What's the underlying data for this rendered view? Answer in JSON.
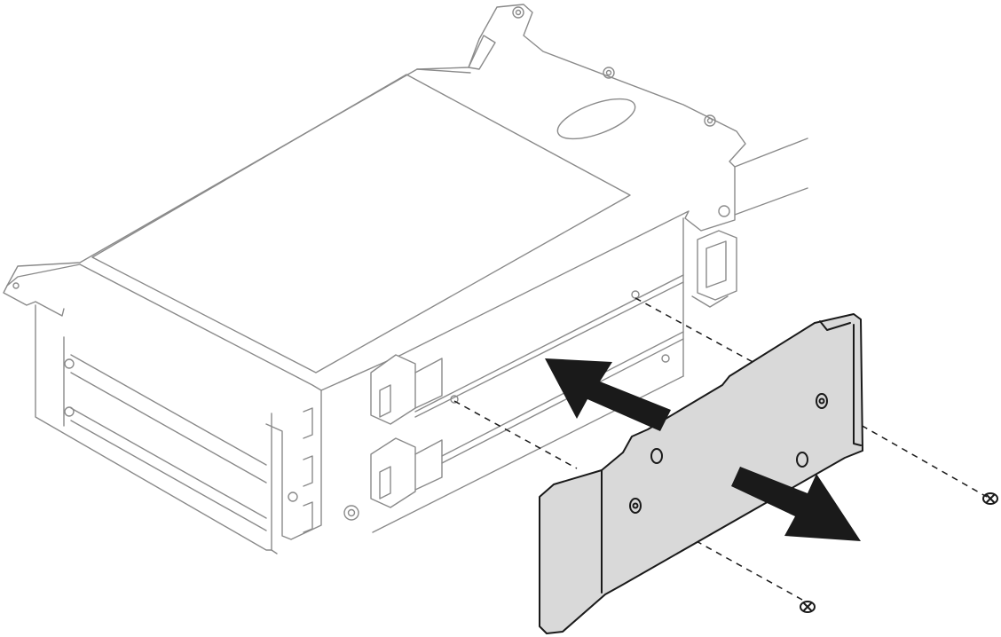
{
  "figure": {
    "components": [
      {
        "name": "riser-cage",
        "icon": "riser-cage-icon"
      },
      {
        "name": "rear-bracket",
        "icon": "bracket-icon"
      },
      {
        "name": "screw-left",
        "icon": "screw-icon"
      },
      {
        "name": "screw-right",
        "icon": "screw-icon"
      }
    ],
    "arrows": [
      {
        "name": "remove-arrow-outward",
        "direction": "down-right"
      },
      {
        "name": "remove-arrow-inward",
        "direction": "up-left"
      }
    ],
    "colors": {
      "line_light": "#8a8a8a",
      "line_dark": "#1a1a1a",
      "part_fill": "#d9d9d9",
      "arrow": "#1a1a1a"
    }
  }
}
